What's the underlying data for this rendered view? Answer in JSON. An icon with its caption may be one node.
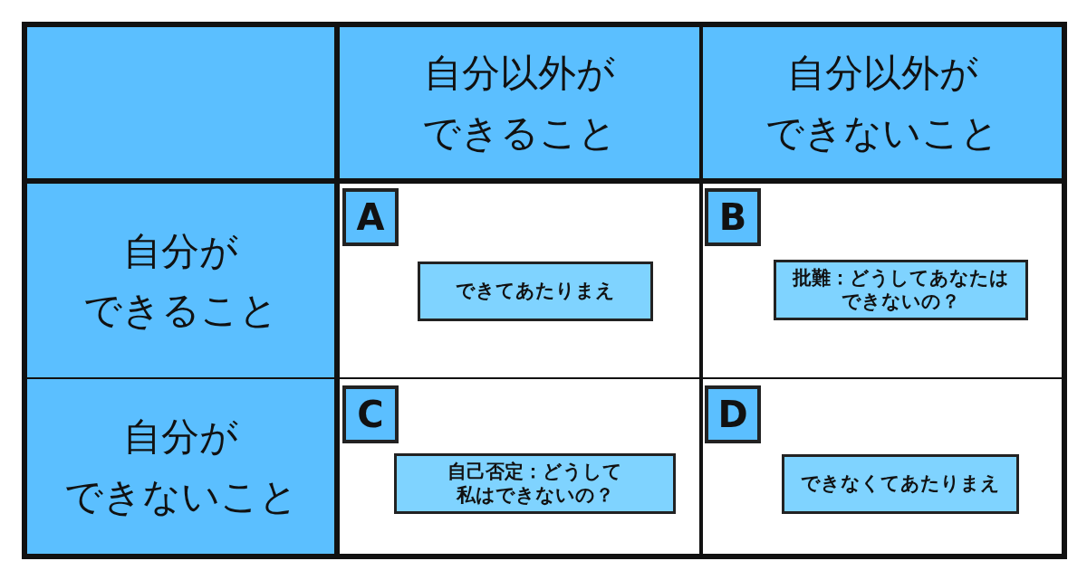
{
  "diagram": {
    "nodes": [
      {
        "text": [
          "自分以外ができること"
        ]
      },
      {
        "text": [
          "自分以外ができないこと"
        ]
      },
      {
        "text": [
          "自分ができること"
        ]
      },
      {
        "text": [
          "A"
        ]
      },
      {
        "text": [
          "できてあたりまえ"
        ]
      },
      {
        "text": [
          "B"
        ]
      },
      {
        "text": [
          "批難：どうしてあなたはできないの？"
        ]
      },
      {
        "text": [
          "自分ができないこと"
        ]
      },
      {
        "text": [
          "C"
        ]
      },
      {
        "text": [
          "自己否定：どうして私はできないの？"
        ]
      },
      {
        "text": [
          "D"
        ]
      },
      {
        "text": [
          "できなくてあたりまえ"
        ]
      }
    ]
  }
}
